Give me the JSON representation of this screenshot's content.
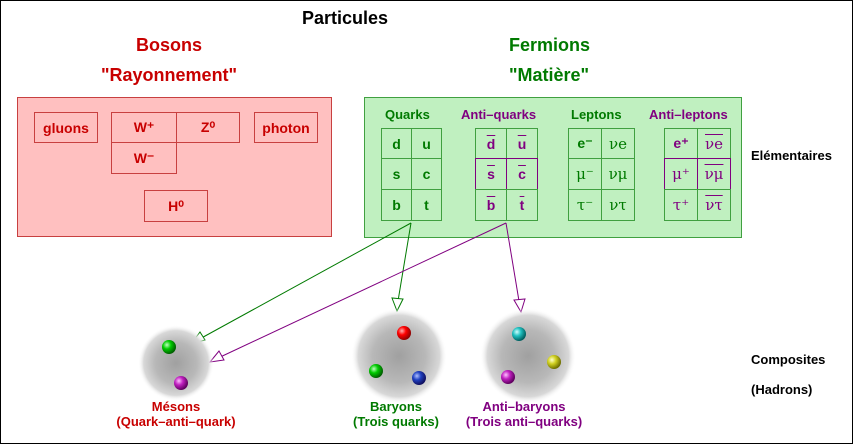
{
  "title": "Particules",
  "bosons": {
    "heading": "Bosons",
    "subheading": "\"Rayonnement\"",
    "gluons": "gluons",
    "w_plus": "W⁺",
    "z0": "Z⁰",
    "photon": "photon",
    "w_minus": "W⁻",
    "higgs": "H⁰"
  },
  "fermions": {
    "heading": "Fermions",
    "subheading": "\"Matière\"",
    "quarks_label": "Quarks",
    "anti_quarks_label": "Anti–quarks",
    "leptons_label": "Leptons",
    "anti_leptons_label": "Anti–leptons",
    "quarks": [
      "d",
      "u",
      "s",
      "c",
      "b",
      "t"
    ],
    "anti_quarks": [
      "d",
      "u",
      "s",
      "c",
      "b",
      "t"
    ],
    "leptons": [
      "e⁻",
      "νe",
      "μ⁻",
      "νμ",
      "τ⁻",
      "ντ"
    ],
    "anti_leptons": [
      "e⁺",
      "νe",
      "μ⁺",
      "νμ",
      "τ⁺",
      "ντ"
    ]
  },
  "side_labels": {
    "elementaires": "Elémentaires",
    "composites": "Composites",
    "hadrons": "(Hadrons)"
  },
  "composites": {
    "mesons": {
      "name": "Mésons",
      "desc": "(Quark–anti–quark)"
    },
    "baryons": {
      "name": "Baryons",
      "desc": "(Trois quarks)"
    },
    "anti_baryons": {
      "name": "Anti–baryons",
      "desc": "(Trois anti–quarks)"
    }
  },
  "colors": {
    "boson_fill": "#ffc0c0",
    "fermion_fill": "#c0f0c0",
    "red_text": "#c80000",
    "green_text": "#007a00",
    "purple_text": "#800080",
    "quark_red": "#ff0000",
    "quark_green": "#00cc00",
    "quark_blue": "#2040c0",
    "antiquark_cyan": "#20c0c0",
    "antiquark_magenta": "#c020c0",
    "antiquark_yellow": "#d0d020"
  }
}
